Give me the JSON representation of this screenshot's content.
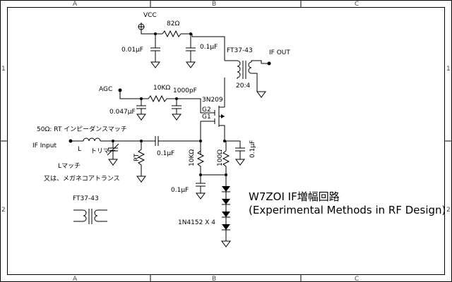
{
  "frame": {
    "cols": [
      "A",
      "B",
      "C"
    ],
    "rows": [
      "1",
      "2"
    ]
  },
  "labels": {
    "vcc": "VCC",
    "r82": "82Ω",
    "c001": "0.01μF",
    "c01_top": "0.1μF",
    "ft37_top": "FT37-43",
    "if_out": "IF OUT",
    "ratio": "20:4",
    "agc": "AGC",
    "r10k_top": "10KΩ",
    "c1000p": "1000pF",
    "fet": "3N209",
    "g2": "G2",
    "g1": "G1",
    "c0047": "0.047μF",
    "rt_note": "50Ω: RT  インピーダンスマッチ",
    "if_input": "IF Input",
    "L": "L",
    "trimmer": "トリマー",
    "c01_mid": "0.1μF",
    "rt": "RT",
    "r10k_v": "10KΩ",
    "r100": "100Ω",
    "c01_right": "0.1μF",
    "lmatch": "Lマッチ",
    "or_note": "又は、メガネコアトランス",
    "c01_bot": "0.1μF",
    "ft37_bot": "FT37-43",
    "diodes": "1N4152 X 4",
    "title1": "W7ZOI IF増幅回路",
    "title2": "(Experimental Methods in RF Design)"
  }
}
